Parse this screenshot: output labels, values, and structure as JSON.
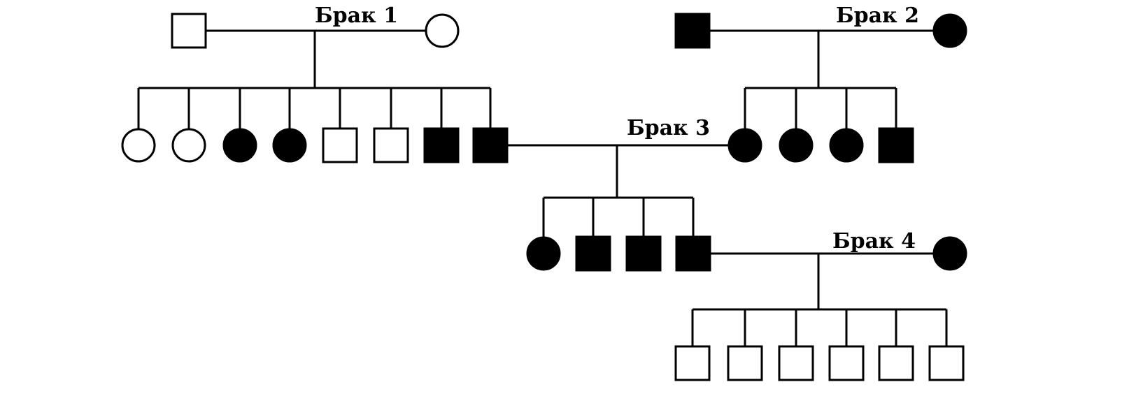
{
  "marriages": [
    {
      "label": "Брак 1"
    },
    {
      "label": "Брак 2"
    },
    {
      "label": "Брак 3"
    },
    {
      "label": "Брак 4"
    }
  ],
  "individuals": {
    "m1_father": {
      "sex": "male",
      "affected": false
    },
    "m1_mother": {
      "sex": "female",
      "affected": false
    },
    "m2_father": {
      "sex": "male",
      "affected": true
    },
    "m2_mother": {
      "sex": "female",
      "affected": true
    },
    "g2a_1": {
      "sex": "female",
      "affected": false
    },
    "g2a_2": {
      "sex": "female",
      "affected": false
    },
    "g2a_3": {
      "sex": "female",
      "affected": true
    },
    "g2a_4": {
      "sex": "female",
      "affected": true
    },
    "g2a_5": {
      "sex": "male",
      "affected": false
    },
    "g2a_6": {
      "sex": "male",
      "affected": false
    },
    "g2a_7": {
      "sex": "male",
      "affected": true
    },
    "g2a_8": {
      "sex": "male",
      "affected": true
    },
    "g2b_1": {
      "sex": "female",
      "affected": true
    },
    "g2b_2": {
      "sex": "female",
      "affected": true
    },
    "g2b_3": {
      "sex": "female",
      "affected": true
    },
    "g2b_4": {
      "sex": "male",
      "affected": true
    },
    "g3_1": {
      "sex": "female",
      "affected": true
    },
    "g3_2": {
      "sex": "male",
      "affected": true
    },
    "g3_3": {
      "sex": "male",
      "affected": true
    },
    "g3_4": {
      "sex": "male",
      "affected": true
    },
    "m4_wife": {
      "sex": "female",
      "affected": true
    },
    "g4_1": {
      "sex": "male",
      "affected": false
    },
    "g4_2": {
      "sex": "male",
      "affected": false
    },
    "g4_3": {
      "sex": "male",
      "affected": false
    },
    "g4_4": {
      "sex": "male",
      "affected": false
    },
    "g4_5": {
      "sex": "male",
      "affected": false
    },
    "g4_6": {
      "sex": "male",
      "affected": false
    }
  }
}
